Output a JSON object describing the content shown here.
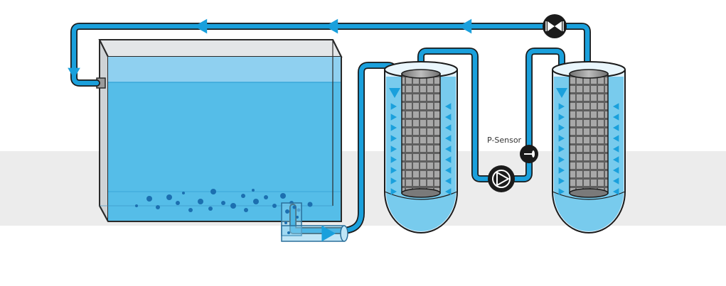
{
  "labels": {
    "pressure_sensor": "P-Sensor"
  },
  "colors": {
    "pipe": "#1aa0dc",
    "water": "#55bde8",
    "water_light": "#8fd0f0",
    "tank_wall": "#9a9a9a",
    "floor_band": "#ececec",
    "filter_gray": "#8c8c8c",
    "device_black": "#1b1b1b"
  },
  "icons": {
    "valve": "valve-icon",
    "pump": "pump-icon",
    "pressure_sensor": "pressure-sensor-icon",
    "flow_arrow": "flow-arrow-icon"
  },
  "components": {
    "tank": "water-tank",
    "filter_housings": [
      "filter-housing-1",
      "filter-housing-2"
    ]
  }
}
